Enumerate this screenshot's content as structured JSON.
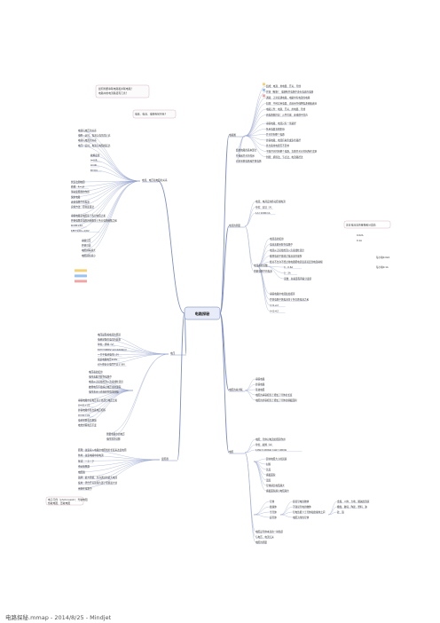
{
  "center": {
    "label": "电路探秘"
  },
  "branches": [
    {
      "key": "circuit",
      "label": "电路图"
    },
    {
      "key": "current",
      "label": "电流的测量"
    },
    {
      "key": "voltage",
      "label": "电压"
    },
    {
      "key": "series_parallel",
      "label": "电流、电压和电阻的关系"
    },
    {
      "key": "rheostat",
      "label": "变阻器"
    },
    {
      "key": "resistance",
      "label": "电阻"
    },
    {
      "key": "ohm",
      "label": "电阻的串并联"
    }
  ],
  "top_right": [
    "组成：电源、用电器、开关、导线",
    "开路（断路）：电路断开电路中没有电流的电路",
    "通路：正常接通电路，电路中有电流的电路",
    "短路：不经过用电器，直接用导线把电源两极连接",
    "电路元件：电源、开关、用电器、导线",
    "画电路图注意：元件位置、连线横平竖直",
    "串联电路：电流只有一条路径",
    "各用电器互相影响",
    "开关控制整个电路",
    "并联电路：电流有两条或多条路径",
    "各支路用电器互不影响",
    "干路开关控制整个电路，支路开关只控制所在支路",
    "判断：拆除法、节点法、电流路径法",
    "组成电路的基本部分",
    "导线和开关的作用",
    "识别串联电路和并联电路"
  ],
  "top_left_notes": [
    "如何判断串联电路和并联电路？",
    "电路中的电流路径有几条？",
    "电压、电流、电阻有何关系？"
  ],
  "current_items": [
    "电流：电荷定向移动形成电流",
    "单位：安培（A）",
    "1A=1000mA",
    "电流表的使用",
    "电流表要串联在电路中",
    "电流从正接线柱流入负接线柱流出",
    "被测电流不要超过电流表的量程",
    "绝对不允许不经过用电器把电流表直接连到电源两极",
    "0 - 0.6A",
    "0 - 3A",
    "读数：先看量程再看分度值",
    "串联电路中电流处处相等",
    "并联电路干路电流等于各支路电流之和",
    "I=I1+I2",
    "I=I1=I2",
    "电流表的读数",
    "测量电路中的电流"
  ],
  "current_badges": [
    "0.02A",
    "0.1A",
    "每小格0.02A",
    "每小格0.1A"
  ],
  "voltage_items": [
    "电压是形成电流的原因",
    "电源是提供电压的装置",
    "单位：伏特（V）",
    "1kV=1000V  1V=1000mV",
    "一节干电池电压1.5V",
    "家庭电路电压220V",
    "对人体安全电压不高于36V",
    "电压表的使用",
    "电压表要并联在电路中",
    "电流从正接线柱流入负接线柱流出",
    "被测电压不要超过电压表的量程",
    "电压表可以直接连到电源两极",
    "串联电路中总电压等于各部分电压之和",
    "U=U1+U2",
    "并联电路中各支路电压相等",
    "U=U1=U2",
    "电池串联电压相加",
    "电池并联电压不变",
    "测量电路中的电压",
    "电压表的读数"
  ],
  "left_items": [
    "电流与电压的关系",
    "电阻一定时，电流与电压成正比",
    "电流与电阻的关系",
    "电压一定时，电流与电阻成反比",
    "欧姆定律",
    "I=U/R",
    "U=IR",
    "R=U/I",
    "伏安法测电阻",
    "原理：R=U/I",
    "滑动变阻器的作用",
    "保护电路",
    "改变电路中的电流",
    "实验方法：控制变量法",
    "串联电路总电阻等于各分电阻之和",
    "并联电路总电阻的倒数等于各分电阻倒数之和",
    "R=R1+R2",
    "1/R=1/R1+1/R2",
    "串联分压",
    "并联分流",
    "电阻越串越大",
    "电阻越并越小"
  ],
  "rheostat_items": [
    "原理：改变接入电路中电阻线的长度来改变电阻",
    "作用：改变电路中的电流",
    "接法：一上一下",
    "滑动变阻器",
    "电阻箱",
    "铭牌：最大阻值、允许通过的最大电流",
    "使用：闭合开关前滑片置于阻值最大处",
    "串联在电路中"
  ],
  "resistance_items": [
    "电阻：导体对电流的阻碍作用",
    "单位：欧姆（Ω）",
    "1MΩ=1000kΩ  1kΩ=1000Ω",
    "影响电阻大小的因素",
    "材料",
    "长度",
    "横截面积",
    "温度",
    "导体越长电阻越大",
    "横截面积越小电阻越大",
    "导体",
    "绝缘体",
    "半导体",
    "超导体",
    "容易导电的物体",
    "不容易导电的物体",
    "导电性能介于导体和绝缘体之间",
    "电阻为零的导体",
    "金属、人体、大地、酸碱盐溶液",
    "橡胶、玻璃、陶瓷、塑料、油",
    "硅、锗",
    "电阻是导体本身的一种性质",
    "与电压、电流无关",
    "电阻的测量"
  ],
  "bottom_note": [
    "电子元件（photoresist)：光敏电阻",
    "热敏电阻、压敏电阻"
  ],
  "footer": "电路探秘.mmap - 2014/8/25 - Mindjet"
}
